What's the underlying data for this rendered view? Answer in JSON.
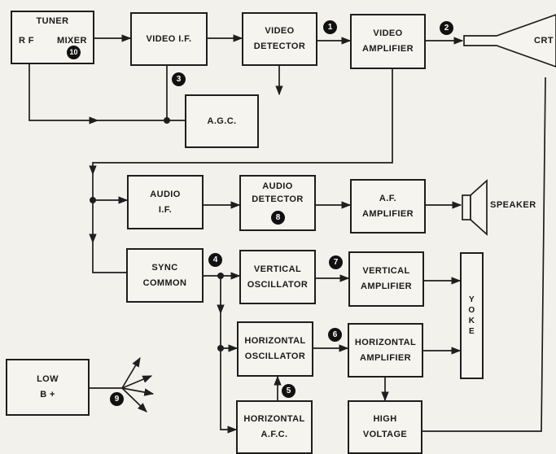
{
  "tuner": {
    "title": "TUNER",
    "rf": "R F",
    "mixer": "MIXER"
  },
  "blocks": {
    "video_if": "VIDEO I.F.",
    "video_detector": [
      "VIDEO",
      "DETECTOR"
    ],
    "video_amplifier": [
      "VIDEO",
      "AMPLIFIER"
    ],
    "agc": "A.G.C.",
    "audio_if": [
      "AUDIO",
      "I.F."
    ],
    "audio_detector": [
      "AUDIO",
      "DETECTOR"
    ],
    "af_amplifier": [
      "A.F.",
      "AMPLIFIER"
    ],
    "sync_common": [
      "SYNC",
      "COMMON"
    ],
    "vertical_oscillator": [
      "VERTICAL",
      "OSCILLATOR"
    ],
    "vertical_amplifier": [
      "VERTICAL",
      "AMPLIFIER"
    ],
    "horizontal_oscillator": [
      "HORIZONTAL",
      "OSCILLATOR"
    ],
    "horizontal_amplifier": [
      "HORIZONTAL",
      "AMPLIFIER"
    ],
    "horizontal_afc": [
      "HORIZONTAL",
      "A.F.C."
    ],
    "high_voltage": [
      "HIGH",
      "VOLTAGE"
    ],
    "low_b_plus": [
      "LOW",
      "B +"
    ],
    "yoke": [
      "Y",
      "O",
      "K",
      "E"
    ]
  },
  "labels": {
    "crt": "CRT",
    "speaker": "SPEAKER"
  },
  "badges": [
    "1",
    "2",
    "3",
    "4",
    "5",
    "6",
    "7",
    "8",
    "9",
    "10"
  ],
  "colors": {
    "line": "#1e1e1e",
    "paper": "#f3f1ec",
    "badge": "#111111"
  }
}
